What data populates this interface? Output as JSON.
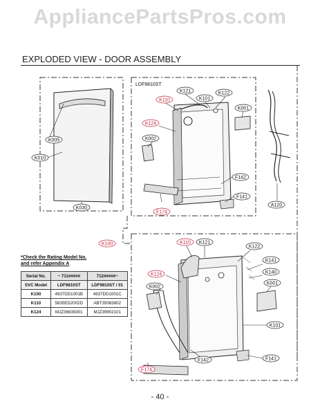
{
  "watermark": "AppliancePartsPros.com",
  "section_title": "EXPLODED VIEW - DOOR ASSEMBLY",
  "model_label": "LDF9810ST",
  "page_number": "- 40 -",
  "note": {
    "line1": "*Check the Rating Model No.",
    "line2": "and refer Appendix A"
  },
  "table": {
    "headers": [
      "Serial No.",
      "~ 711#####",
      "712#####~"
    ],
    "rows": [
      [
        "SVC Model",
        "LDF9810ST",
        "LDF9810ST / 01"
      ],
      [
        "K100",
        "4937DD1001B",
        "4937DD1001C"
      ],
      [
        "K110",
        "5835ED2002D",
        "ABT35083802"
      ],
      [
        "K124",
        "MJZ36939301",
        "MJZ39902101"
      ]
    ]
  },
  "callouts": {
    "k005": "K005",
    "k010": "K010",
    "k030": "K030",
    "k110": "K110",
    "k121": "K121",
    "k122": "K122",
    "k101": "K101",
    "k001": "K001",
    "k124": "K124",
    "k002": "K002",
    "f142": "F142",
    "f141": "F141",
    "f174": "F174",
    "a120": "A120",
    "k100": "K100",
    "k110b": "K110",
    "k121b": "K121",
    "k122b": "K122",
    "k141": "K141",
    "k140": "K140",
    "k001b": "K001",
    "k124b": "K124",
    "k002b": "K002",
    "k101b": "K101",
    "f142b": "F142",
    "f141b": "F141",
    "f174b": "F174"
  },
  "colors": {
    "red_label": "#c0203a",
    "line": "#222222",
    "watermark": "#d8d8d8"
  }
}
